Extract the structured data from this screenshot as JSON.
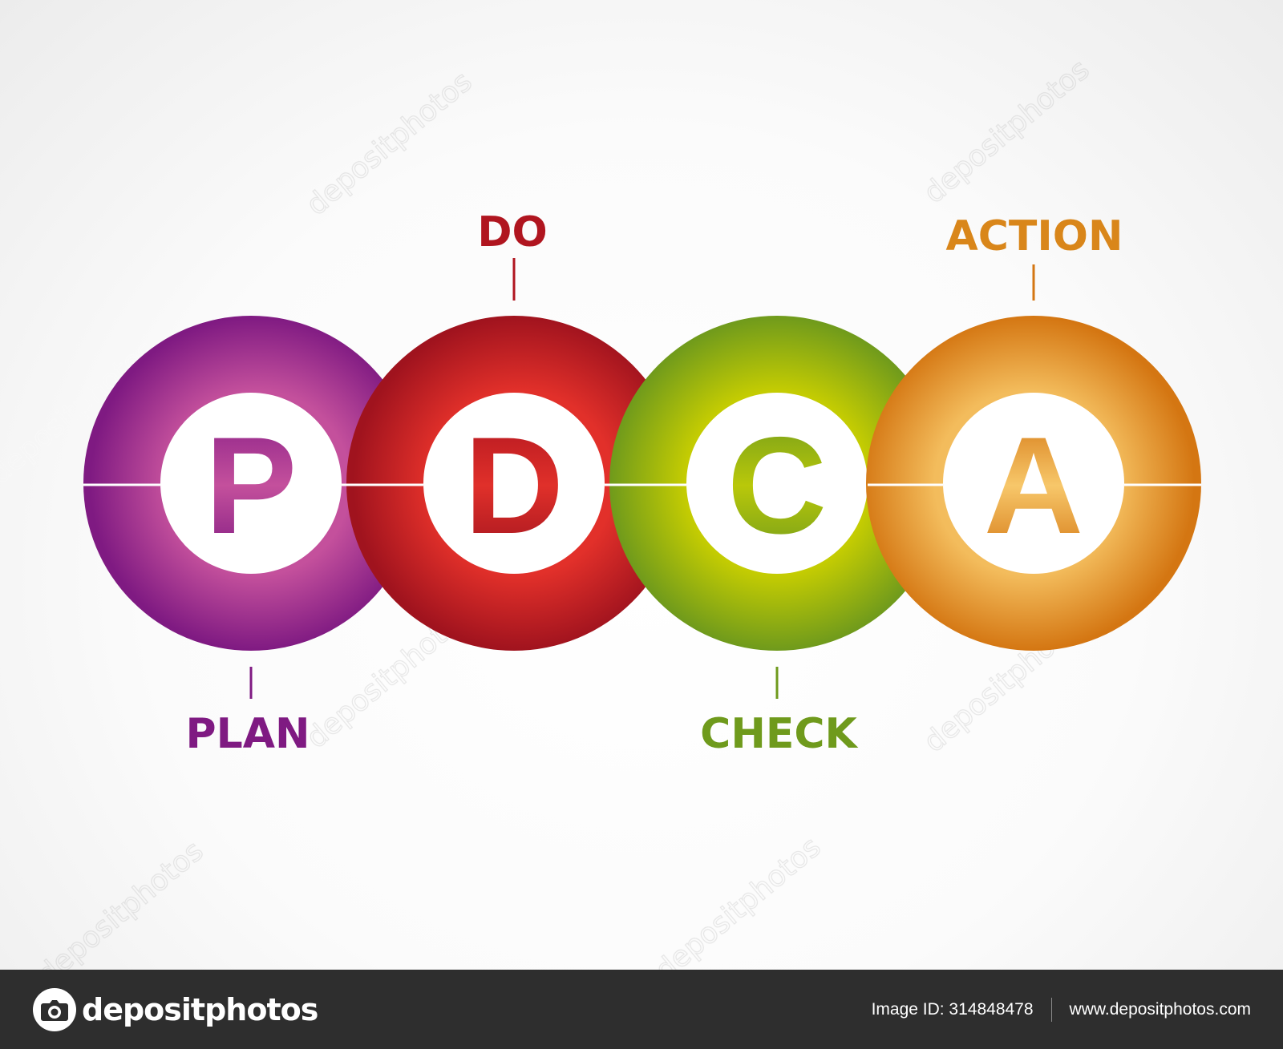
{
  "diagram": {
    "steps": [
      {
        "letter": "P",
        "label": "PLAN",
        "color": "#7f1a82",
        "light": "#c4509c"
      },
      {
        "letter": "D",
        "label": "DO",
        "color": "#b0151f",
        "light": "#e8312a"
      },
      {
        "letter": "C",
        "label": "CHECK",
        "color": "#6f9a1c",
        "light": "#cad000"
      },
      {
        "letter": "A",
        "label": "ACTION",
        "color": "#d47612",
        "light": "#f7c76a"
      }
    ]
  },
  "watermark": {
    "text": "depositphotos"
  },
  "footer": {
    "brand": "depositphotos",
    "image_id": "Image ID: 314848478",
    "url": "www.depositphotos.com"
  }
}
